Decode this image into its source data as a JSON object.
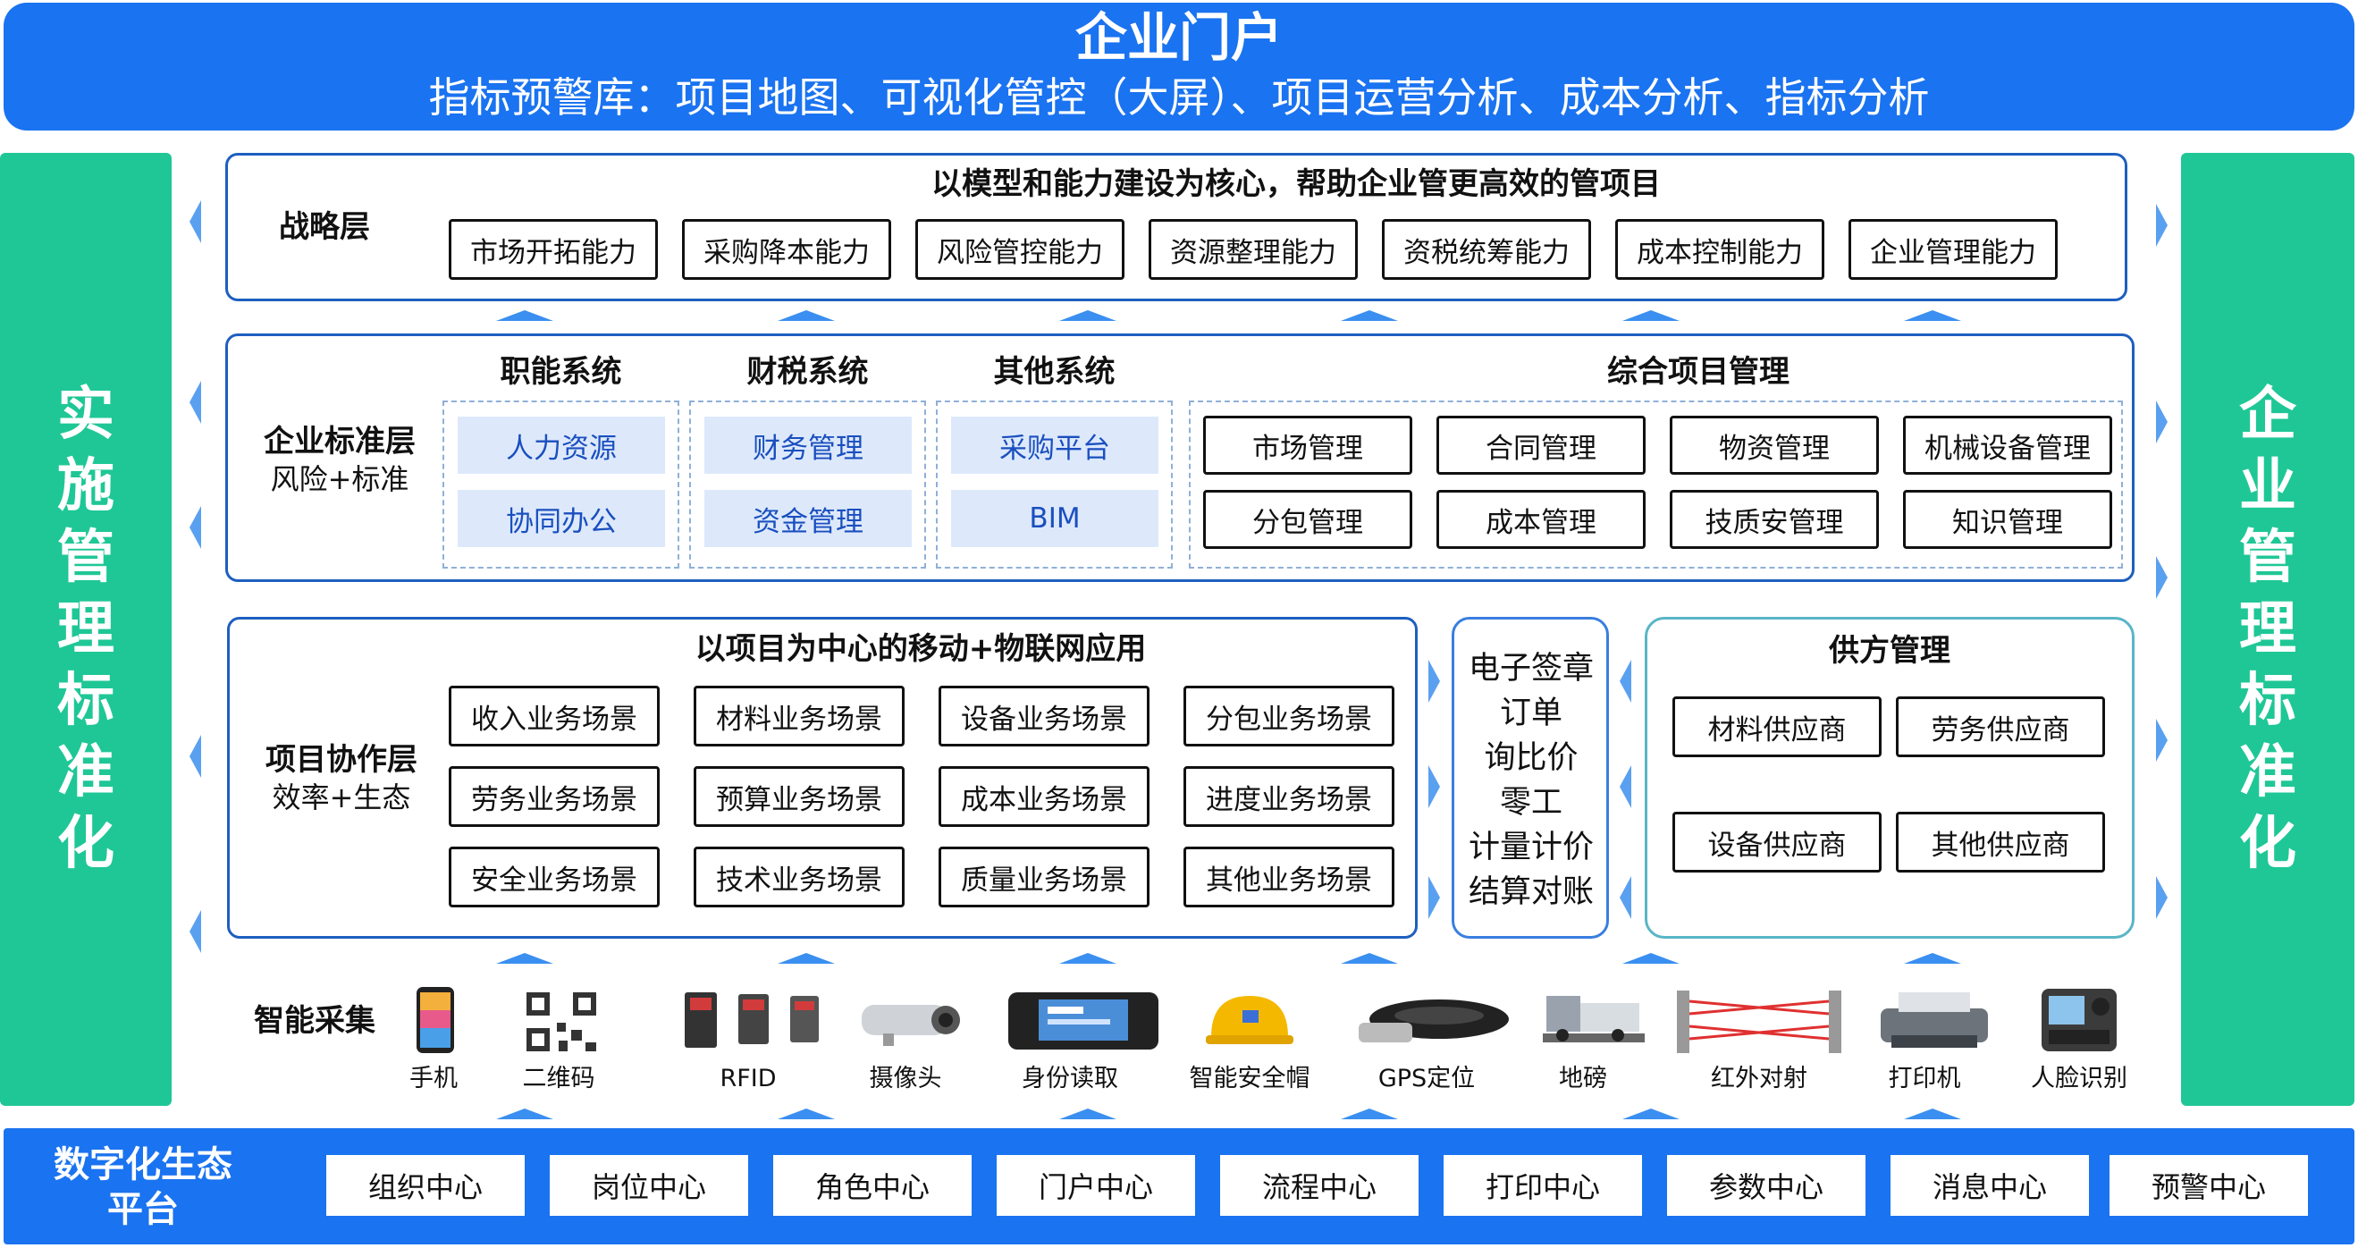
{
  "header": {
    "title": "企业门户",
    "subtitle": "指标预警库：项目地图、可视化管控（大屏）、项目运营分析、成本分析、指标分析"
  },
  "left_bar": {
    "chars": [
      "实",
      "施",
      "管",
      "理",
      "标",
      "准",
      "化"
    ]
  },
  "right_bar": {
    "chars": [
      "企",
      "业",
      "管",
      "理",
      "标",
      "准",
      "化"
    ]
  },
  "strategy": {
    "label": "战略层",
    "title": "以模型和能力建设为核心，帮助企业管更高效的管项目",
    "items": [
      "市场开拓能力",
      "采购降本能力",
      "风险管控能力",
      "资源整理能力",
      "资税统筹能力",
      "成本控制能力",
      "企业管理能力"
    ]
  },
  "standard": {
    "label": "企业标准层",
    "sublabel": "风险+标准",
    "groups": [
      {
        "title": "职能系统",
        "items": [
          "人力资源",
          "协同办公"
        ]
      },
      {
        "title": "财税系统",
        "items": [
          "财务管理",
          "资金管理"
        ]
      },
      {
        "title": "其他系统",
        "items": [
          "采购平台",
          "BIM"
        ]
      }
    ],
    "project_mgmt": {
      "title": "综合项目管理",
      "items": [
        "市场管理",
        "合同管理",
        "物资管理",
        "机械设备管理",
        "分包管理",
        "成本管理",
        "技质安管理",
        "知识管理"
      ]
    }
  },
  "collab": {
    "label": "项目协作层",
    "sublabel": "效率+生态",
    "title": "以项目为中心的移动+物联网应用",
    "items": [
      "收入业务场景",
      "材料业务场景",
      "设备业务场景",
      "分包业务场景",
      "劳务业务场景",
      "预算业务场景",
      "成本业务场景",
      "进度业务场景",
      "安全业务场景",
      "技术业务场景",
      "质量业务场景",
      "其他业务场景"
    ]
  },
  "center_list": [
    "电子签章",
    "订单",
    "询比价",
    "零工",
    "计量计价",
    "结算对账"
  ],
  "supplier": {
    "title": "供方管理",
    "items": [
      "材料供应商",
      "劳务供应商",
      "设备供应商",
      "其他供应商"
    ]
  },
  "collect": {
    "label": "智能采集",
    "devices": [
      "手机",
      "二维码",
      "RFID",
      "摄像头",
      "身份读取",
      "智能安全帽",
      "GPS定位",
      "地磅",
      "红外对射",
      "打印机",
      "人脸识别"
    ]
  },
  "platform": {
    "label_line1": "数字化生态",
    "label_line2": "平台",
    "items": [
      "组织中心",
      "岗位中心",
      "角色中心",
      "门户中心",
      "流程中心",
      "打印中心",
      "参数中心",
      "消息中心",
      "预警中心"
    ]
  },
  "colors": {
    "blue": "#1a73f0",
    "green": "#1fc796",
    "panel_border": "#1e5fc0",
    "light_box": "#dde9fb"
  }
}
